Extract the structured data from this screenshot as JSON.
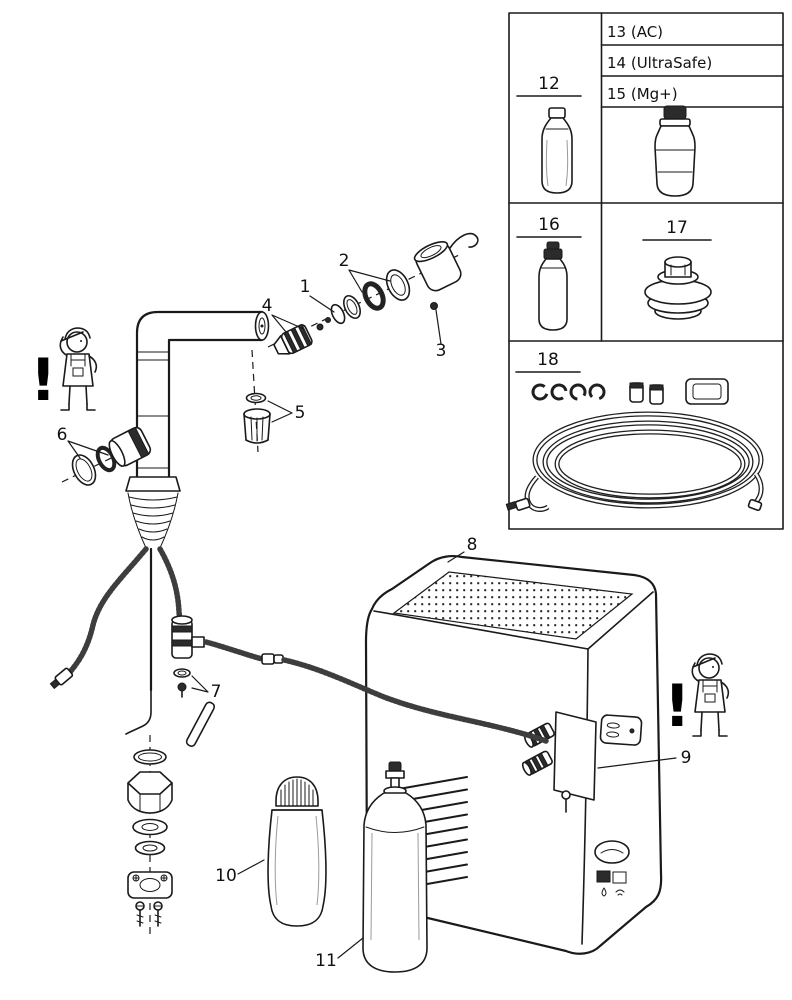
{
  "colors": {
    "background": "#ffffff",
    "line": "#1a1a1a"
  },
  "main_diagram": {
    "callouts": {
      "n1": "1",
      "n2": "2",
      "n3": "3",
      "n4": "4",
      "n5": "5",
      "n6": "6",
      "n7": "7",
      "n8": "8",
      "n9": "9",
      "n10": "10",
      "n11": "11"
    },
    "warning_mark": "!"
  },
  "parts_box": {
    "cells": {
      "c12": "12",
      "c13": "13 (AC)",
      "c14": "14 (UltraSafe)",
      "c15": "15 (Mg+)",
      "c16": "16",
      "c17": "17",
      "c18": "18"
    }
  }
}
